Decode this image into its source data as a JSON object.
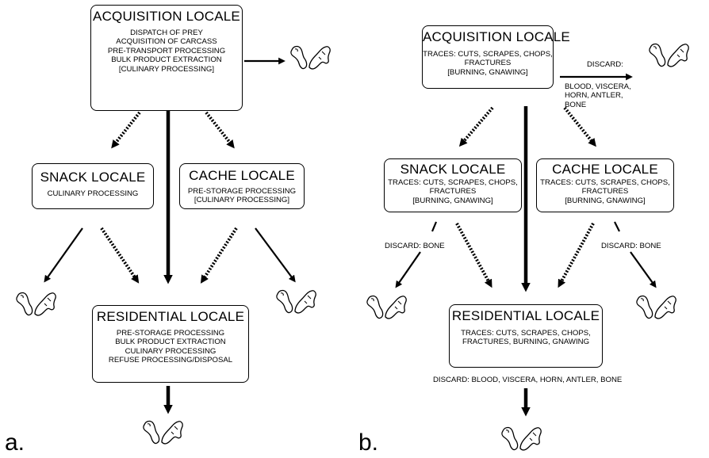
{
  "panel_a": {
    "label": "a.",
    "acquisition": {
      "title": "ACQUISITION LOCALE",
      "lines": [
        "DISPATCH OF PREY",
        "ACQUISITION OF CARCASS",
        "PRE-TRANSPORT PROCESSING",
        "BULK PRODUCT EXTRACTION",
        "[CULINARY PROCESSING]"
      ]
    },
    "snack": {
      "title": "SNACK LOCALE",
      "lines": [
        "CULINARY PROCESSING"
      ]
    },
    "cache": {
      "title": "CACHE LOCALE",
      "lines": [
        "PRE-STORAGE PROCESSING",
        "[CULINARY PROCESSING]"
      ]
    },
    "residential": {
      "title": "RESIDENTIAL LOCALE",
      "lines": [
        "PRE-STORAGE PROCESSING",
        "BULK PRODUCT EXTRACTION",
        "CULINARY PROCESSING",
        "REFUSE PROCESSING/DISPOSAL"
      ]
    }
  },
  "panel_b": {
    "label": "b.",
    "acquisition": {
      "title": "ACQUISITION LOCALE",
      "lines": [
        "TRACES: CUTS, SCRAPES, CHOPS,",
        "FRACTURES",
        "[BURNING, GNAWING]"
      ]
    },
    "acquisition_discard": {
      "label": "DISCARD:",
      "lines": [
        "BLOOD, VISCERA,",
        "HORN, ANTLER,",
        "BONE"
      ]
    },
    "snack": {
      "title": "SNACK LOCALE",
      "lines": [
        "TRACES: CUTS, SCRAPES, CHOPS,",
        "FRACTURES",
        "[BURNING, GNAWING]"
      ]
    },
    "cache": {
      "title": "CACHE LOCALE",
      "lines": [
        "TRACES: CUTS, SCRAPES, CHOPS,",
        "FRACTURES",
        "[BURNING, GNAWING]"
      ]
    },
    "snack_discard": "DISCARD: BONE",
    "cache_discard": "DISCARD: BONE",
    "residential": {
      "title": "RESIDENTIAL LOCALE",
      "lines": [
        "TRACES: CUTS, SCRAPES, CHOPS,",
        "FRACTURES, BURNING, GNAWING"
      ]
    },
    "residential_discard": "DISCARD: BLOOD, VISCERA, HORN, ANTLER, BONE"
  },
  "icons": [
    "bone-fragments-icon"
  ]
}
